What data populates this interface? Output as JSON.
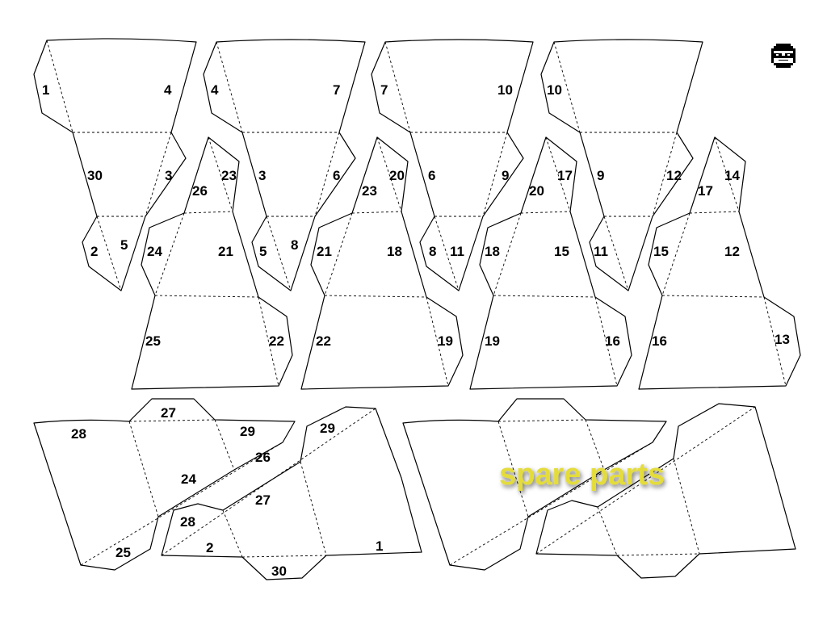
{
  "labels": {
    "n1": "1",
    "n2": "2",
    "n3": "3",
    "n4": "4",
    "n5": "5",
    "n6": "6",
    "n7": "7",
    "n8": "8",
    "n9": "9",
    "n10": "10",
    "n11": "11",
    "n12": "12",
    "n13": "13",
    "n14": "14",
    "n15": "15",
    "n16": "16",
    "n17": "17",
    "n18": "18",
    "n19": "19",
    "n20": "20",
    "n21": "21",
    "n22": "22",
    "n23": "23",
    "n24": "24",
    "n25": "25",
    "n26": "26",
    "n27": "27",
    "n28": "28",
    "n29": "29",
    "n30": "30"
  },
  "spare_parts_label": "spare parts",
  "colors": {
    "spare_text": "#e4dc3a",
    "line": "#000000",
    "paper": "#ffffff"
  },
  "icon": "pixel-face-with-sunglasses-icon"
}
